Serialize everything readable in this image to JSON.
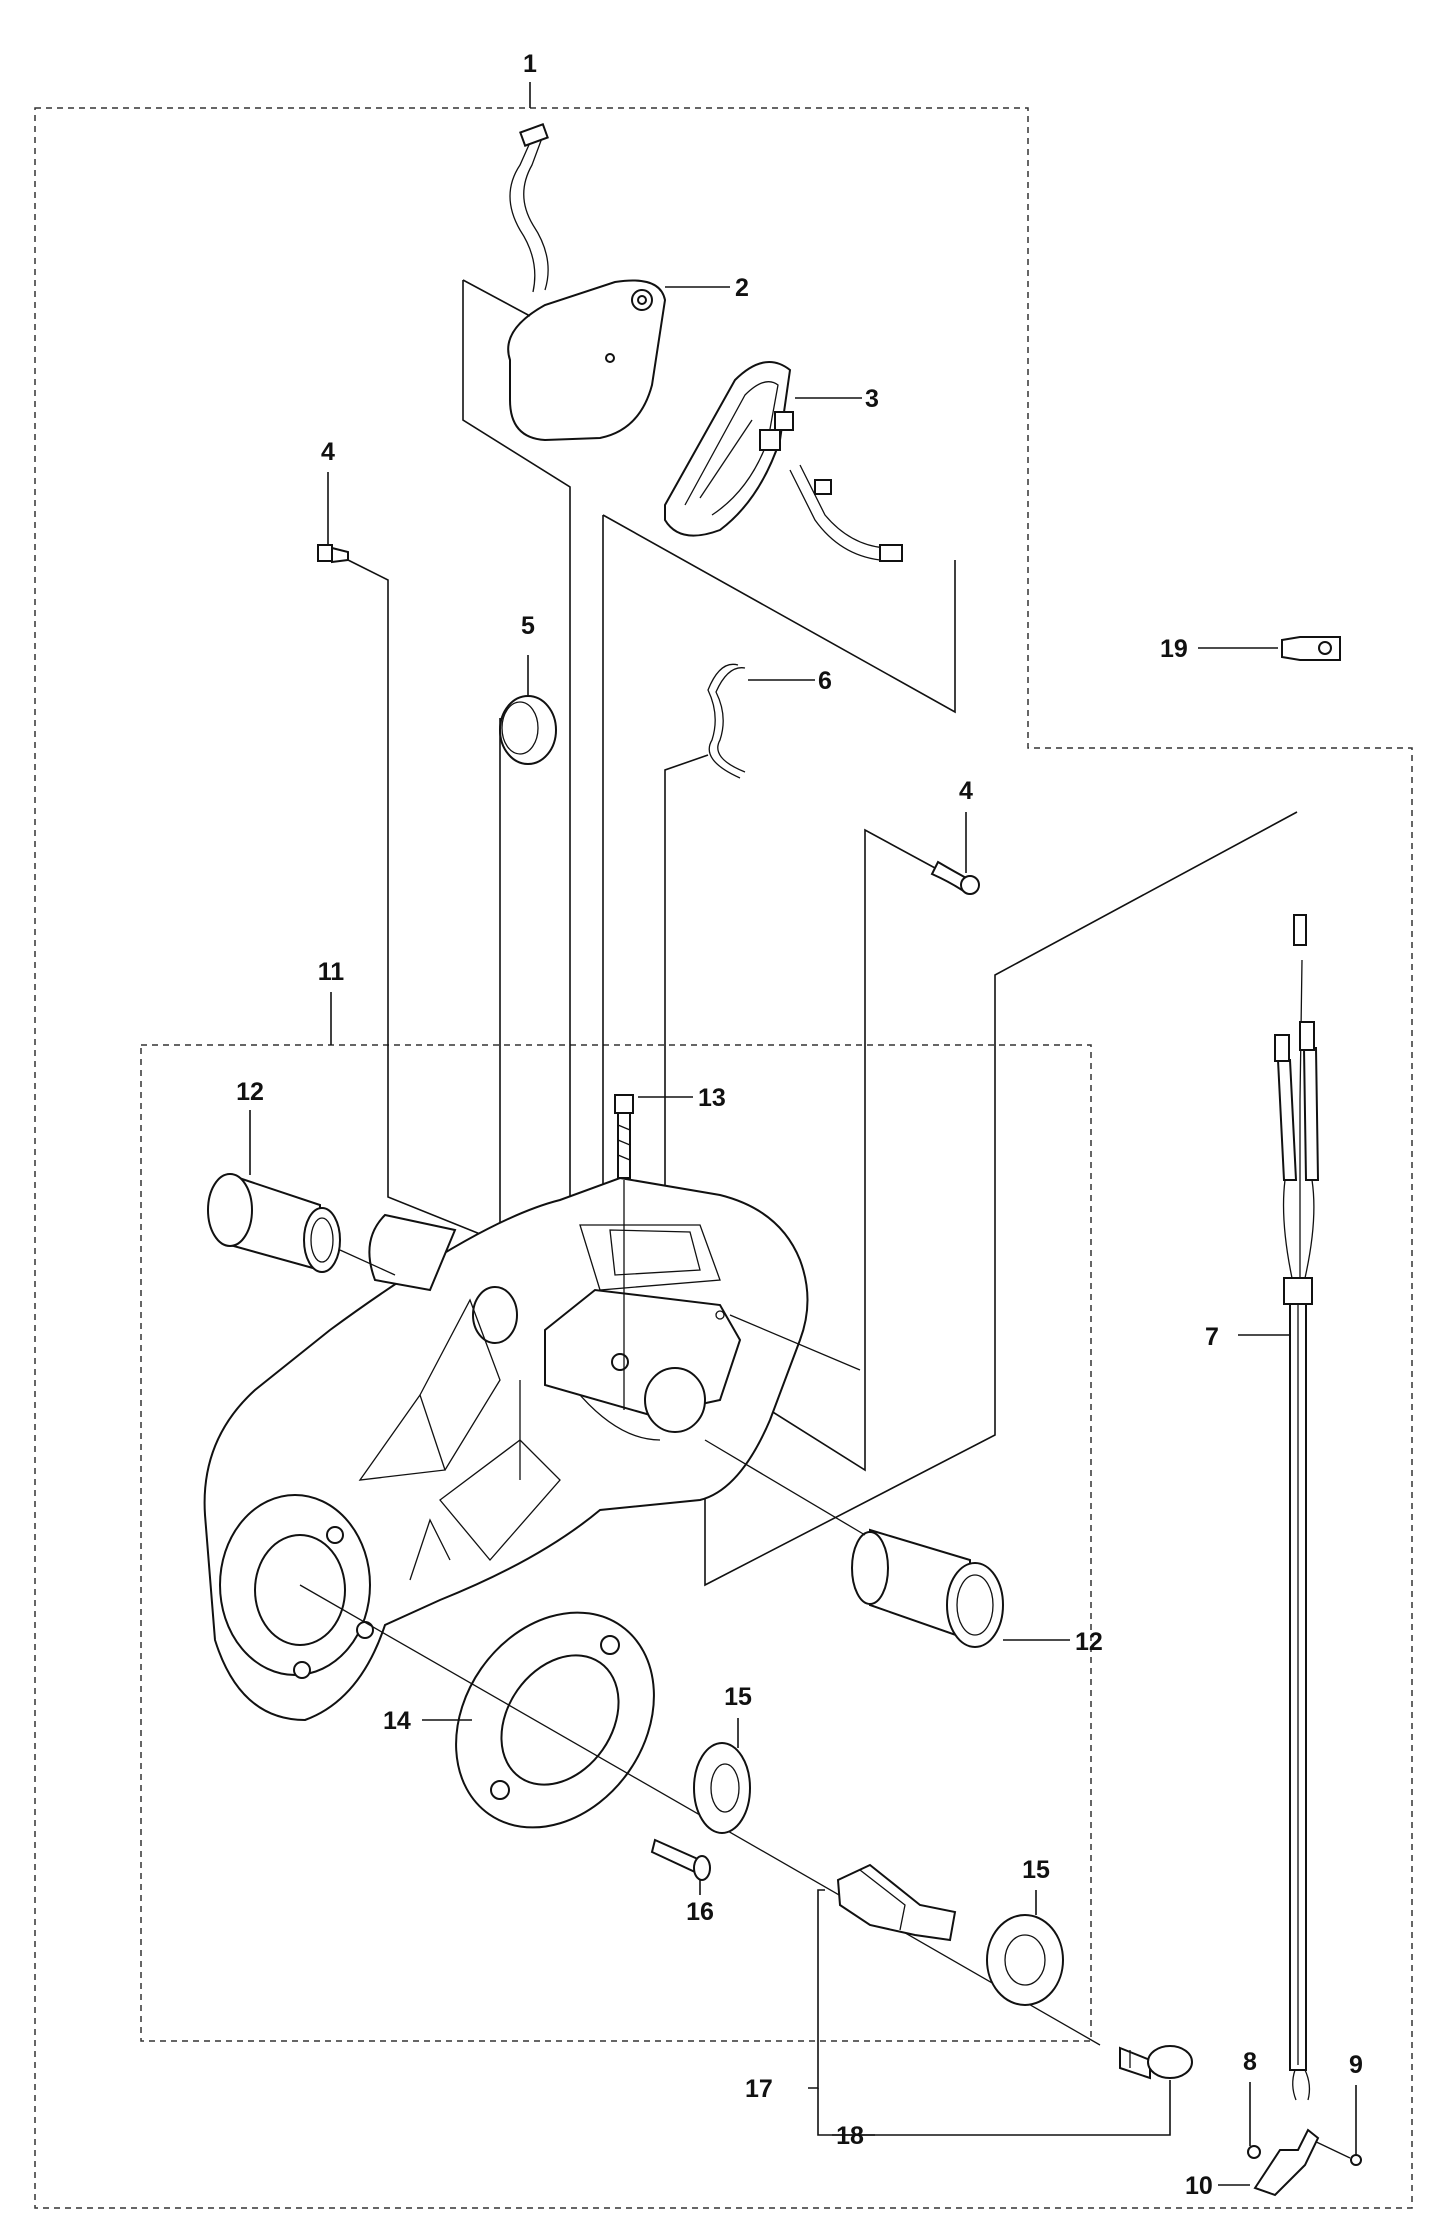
{
  "labels": {
    "l1": "1",
    "l2": "2",
    "l3": "3",
    "l4a": "4",
    "l4b": "4",
    "l5": "5",
    "l6": "6",
    "l7": "7",
    "l8": "8",
    "l9": "9",
    "l10": "10",
    "l11": "11",
    "l12a": "12",
    "l12b": "12",
    "l13": "13",
    "l14": "14",
    "l15a": "15",
    "l15b": "15",
    "l16": "16",
    "l17": "17",
    "l18": "18",
    "l19": "19"
  }
}
